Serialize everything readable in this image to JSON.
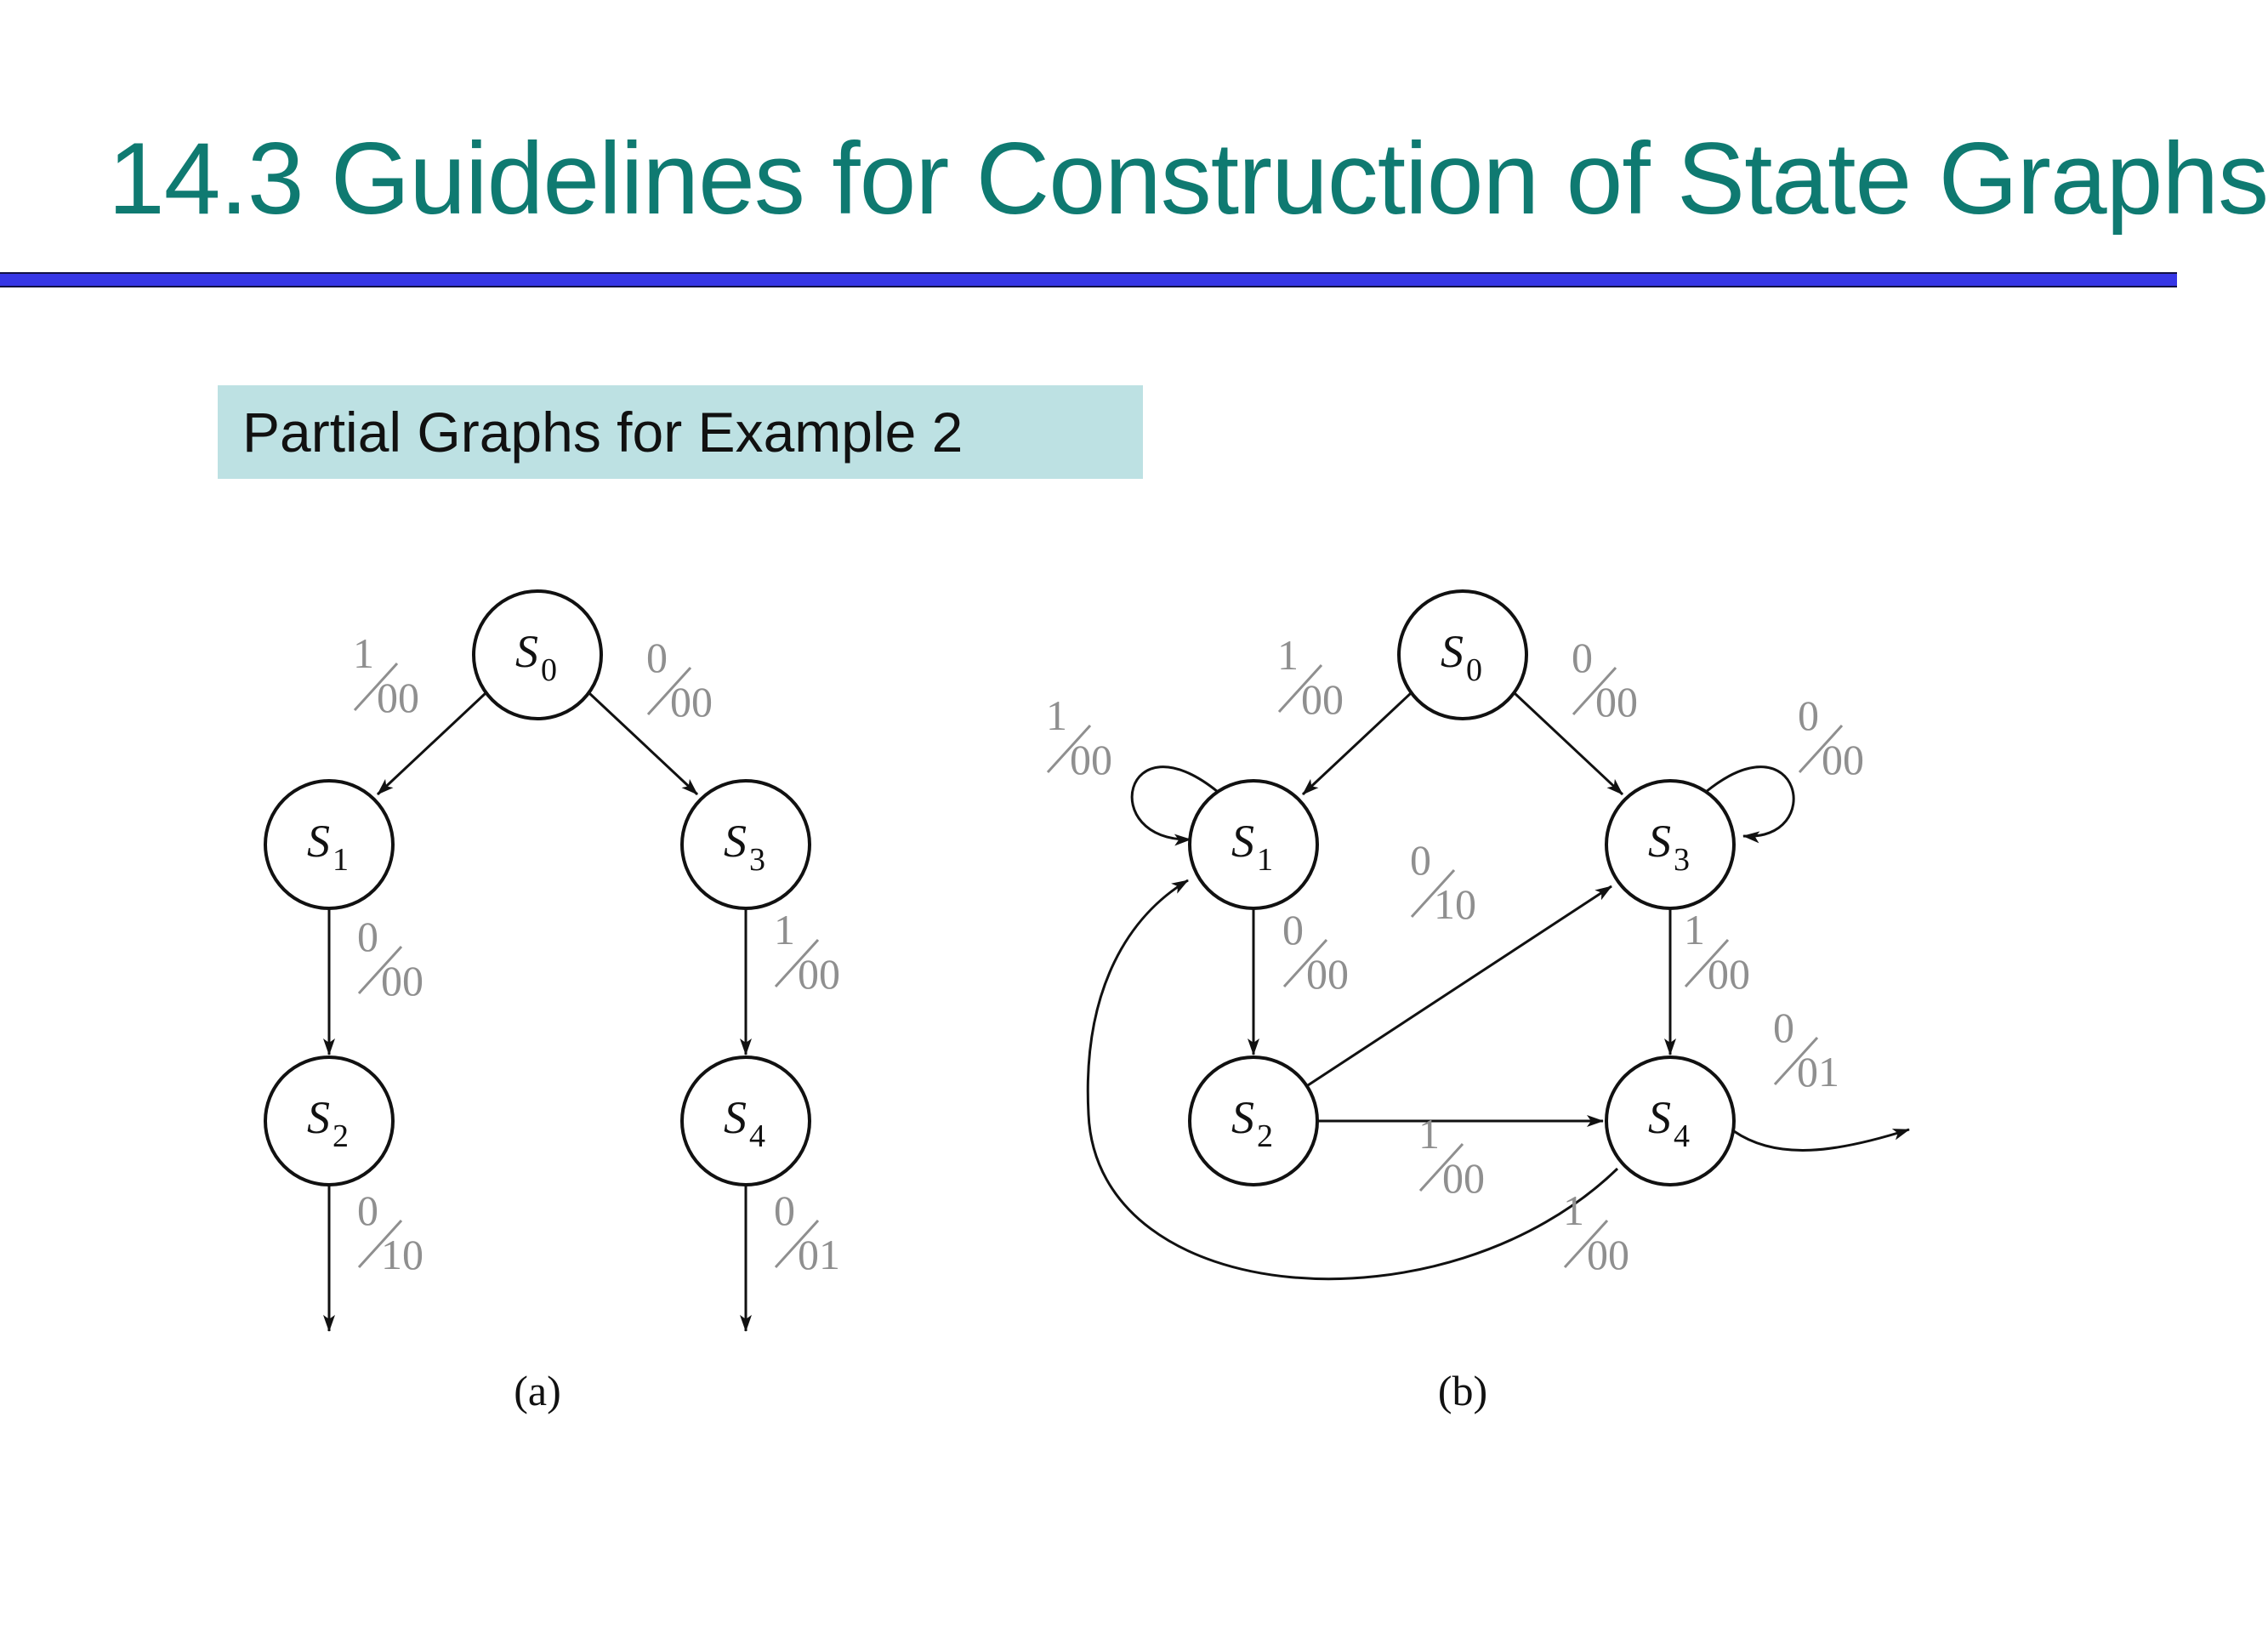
{
  "slide": {
    "title": "14.3   Guidelines for Construction of State Graphs",
    "subtitle": "Partial Graphs for Example 2",
    "colors": {
      "title": "#0f7a71",
      "rule": "#3636e6",
      "subtitle_box": "#bde1e3",
      "label_gray": "#8f8f8f"
    }
  },
  "diagram_a": {
    "caption": "(a)",
    "states": [
      {
        "id": "S0",
        "letter": "S",
        "sub": "0"
      },
      {
        "id": "S1",
        "letter": "S",
        "sub": "1"
      },
      {
        "id": "S3",
        "letter": "S",
        "sub": "3"
      },
      {
        "id": "S2",
        "letter": "S",
        "sub": "2"
      },
      {
        "id": "S4",
        "letter": "S",
        "sub": "4"
      }
    ],
    "transitions": [
      {
        "from": "S0",
        "to": "S1",
        "input": "1",
        "output": "00"
      },
      {
        "from": "S0",
        "to": "S3",
        "input": "0",
        "output": "00"
      },
      {
        "from": "S1",
        "to": "S2",
        "input": "0",
        "output": "00"
      },
      {
        "from": "S3",
        "to": "S4",
        "input": "1",
        "output": "00"
      },
      {
        "from": "S2",
        "to": "",
        "input": "0",
        "output": "10"
      },
      {
        "from": "S4",
        "to": "",
        "input": "0",
        "output": "01"
      }
    ]
  },
  "diagram_b": {
    "caption": "(b)",
    "states": [
      {
        "id": "S0",
        "letter": "S",
        "sub": "0"
      },
      {
        "id": "S1",
        "letter": "S",
        "sub": "1"
      },
      {
        "id": "S3",
        "letter": "S",
        "sub": "3"
      },
      {
        "id": "S2",
        "letter": "S",
        "sub": "2"
      },
      {
        "id": "S4",
        "letter": "S",
        "sub": "4"
      }
    ],
    "transitions": [
      {
        "from": "S0",
        "to": "S1",
        "input": "1",
        "output": "00"
      },
      {
        "from": "S0",
        "to": "S3",
        "input": "0",
        "output": "00"
      },
      {
        "from": "S1",
        "to": "S1",
        "input": "1",
        "output": "00"
      },
      {
        "from": "S3",
        "to": "S3",
        "input": "0",
        "output": "00"
      },
      {
        "from": "S1",
        "to": "S2",
        "input": "0",
        "output": "00"
      },
      {
        "from": "S2",
        "to": "S3",
        "input": "0",
        "output": "10"
      },
      {
        "from": "S3",
        "to": "S4",
        "input": "1",
        "output": "00"
      },
      {
        "from": "S2",
        "to": "S4",
        "input": "1",
        "output": "00"
      },
      {
        "from": "S4",
        "to": "",
        "input": "0",
        "output": "01"
      },
      {
        "from": "S4",
        "to": "S1",
        "input": "1",
        "output": "00"
      }
    ]
  }
}
